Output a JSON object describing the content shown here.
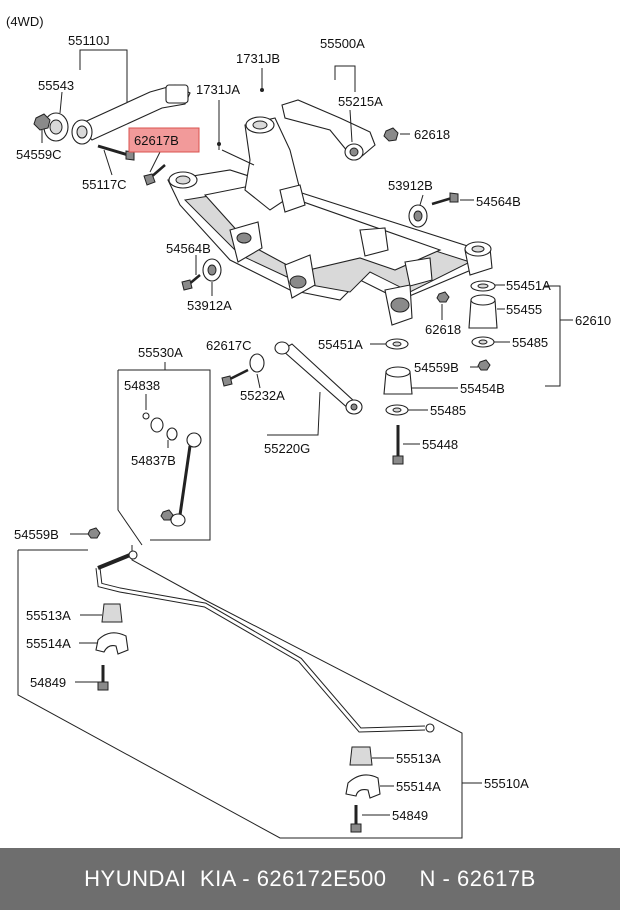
{
  "diagram": {
    "variant_label": "(4WD)",
    "highlighted_part": "62617B",
    "labels": {
      "p55110J": "55110J",
      "p55543": "55543",
      "p54559C": "54559C",
      "p55117C": "55117C",
      "p62617B": "62617B",
      "p1731JB": "1731JB",
      "p1731JA": "1731JA",
      "p55500A": "55500A",
      "p55215A": "55215A",
      "p62618a": "62618",
      "p53912B": "53912B",
      "p54564Ba": "54564B",
      "p54564Bb": "54564B",
      "p53912A": "53912A",
      "p55451Aa": "55451A",
      "p55455": "55455",
      "p62610": "62610",
      "p62618b": "62618",
      "p55485a": "55485",
      "p55530A": "55530A",
      "p62617C": "62617C",
      "p55451Ab": "55451A",
      "p54838": "54838",
      "p55232A": "55232A",
      "p54559Ba": "54559B",
      "p55454B": "55454B",
      "p55485b": "55485",
      "p54837B": "54837B",
      "p55220G": "55220G",
      "p55448": "55448",
      "p54559Bb": "54559B",
      "p55513Aa": "55513A",
      "p55514Aa": "55514A",
      "p54849a": "54849",
      "p55513Ab": "55513A",
      "p55514Ab": "55514A",
      "p55510A": "55510A",
      "p54849b": "54849"
    },
    "colors": {
      "highlight_fill": "#f29a9a",
      "highlight_border": "#d9534f",
      "footer_bg": "#6e6e6e",
      "footer_text": "#ffffff"
    }
  },
  "footer": {
    "text": "HYUNDAI  KIA - 626172E500     N - 62617B"
  }
}
